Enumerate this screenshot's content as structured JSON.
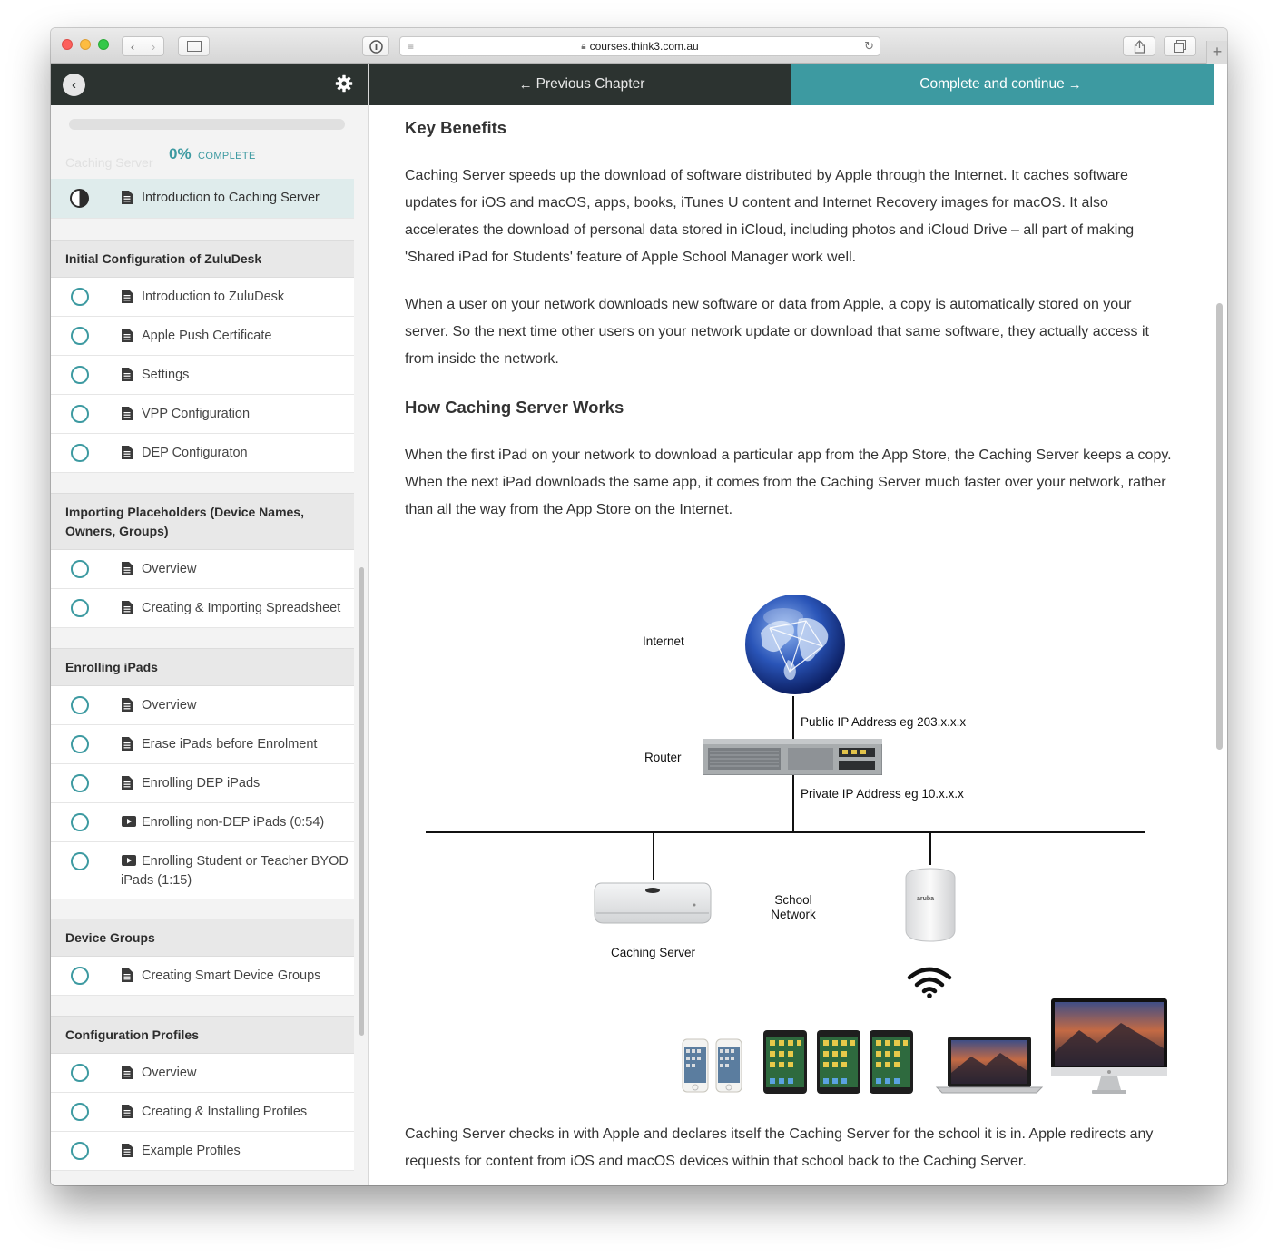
{
  "browser": {
    "url": "courses.think3.com.au"
  },
  "sidebar": {
    "progress_percent": "0%",
    "progress_label": "COMPLETE",
    "progress_value": 0,
    "ghost_title": "Caching Server",
    "current_lecture": "Introduction to Caching Server",
    "sections": [
      {
        "title": "Initial Configuration of ZuluDesk",
        "lectures": [
          {
            "title": "Introduction to ZuluDesk",
            "icon": "document-icon"
          },
          {
            "title": "Apple Push Certificate",
            "icon": "document-icon"
          },
          {
            "title": "Settings",
            "icon": "document-icon"
          },
          {
            "title": "VPP Configuration",
            "icon": "document-icon"
          },
          {
            "title": "DEP Configuraton",
            "icon": "document-icon"
          }
        ]
      },
      {
        "title": "Importing Placeholders (Device Names, Owners, Groups)",
        "lectures": [
          {
            "title": "Overview",
            "icon": "document-icon"
          },
          {
            "title": "Creating & Importing Spreadsheet",
            "icon": "document-icon"
          }
        ]
      },
      {
        "title": "Enrolling iPads",
        "lectures": [
          {
            "title": "Overview",
            "icon": "document-icon"
          },
          {
            "title": "Erase iPads before Enrolment",
            "icon": "document-icon"
          },
          {
            "title": "Enrolling DEP iPads",
            "icon": "document-icon"
          },
          {
            "title": "Enrolling non-DEP iPads (0:54)",
            "icon": "video-icon"
          },
          {
            "title": "Enrolling Student or Teacher BYOD iPads (1:15)",
            "icon": "video-icon"
          }
        ]
      },
      {
        "title": "Device Groups",
        "lectures": [
          {
            "title": "Creating Smart Device Groups",
            "icon": "document-icon"
          }
        ]
      },
      {
        "title": "Configuration Profiles",
        "lectures": [
          {
            "title": "Overview",
            "icon": "document-icon"
          },
          {
            "title": "Creating & Installing Profiles",
            "icon": "document-icon"
          },
          {
            "title": "Example Profiles",
            "icon": "document-icon"
          }
        ]
      }
    ]
  },
  "nav": {
    "previous": "Previous Chapter",
    "complete": "Complete and continue"
  },
  "content": {
    "heading1": "Key Benefits",
    "p1": "Caching Server speeds up the download of software distributed by Apple through the Internet. It caches software updates for iOS and macOS, apps, books, iTunes U content and Internet Recovery images for macOS. It also accelerates the download of personal data stored in iCloud, including photos and iCloud Drive – all part of making 'Shared iPad for Students' feature of Apple School Manager work well.",
    "p2": "When a user on your network downloads new software or data from Apple, a copy is automatically stored on your server. So the next time other users on your network update or download that same software, they actually access it from inside the network.",
    "heading2": "How Caching Server Works",
    "p3": "When the first iPad on your network to download a particular app from the App Store, the Caching Server keeps a copy. When the next iPad downloads the same app, it comes from the Caching Server much faster over your network, rather than all the way from the App Store on the Internet.",
    "p4": "Caching Server checks in with Apple and declares itself the Caching Server for the school it is in. Apple redirects any requests for content from iOS and macOS devices within that school back to the Caching Server."
  },
  "diagram": {
    "internet": "Internet",
    "public_ip": "Public IP Address eg 203.x.x.x",
    "router": "Router",
    "private_ip": "Private IP Address eg 10.x.x.x",
    "school_network": "School Network",
    "caching_server": "Caching Server",
    "ap_brand": "aruba"
  },
  "colors": {
    "accent": "#3d9aa1",
    "dark": "#2c3330"
  }
}
